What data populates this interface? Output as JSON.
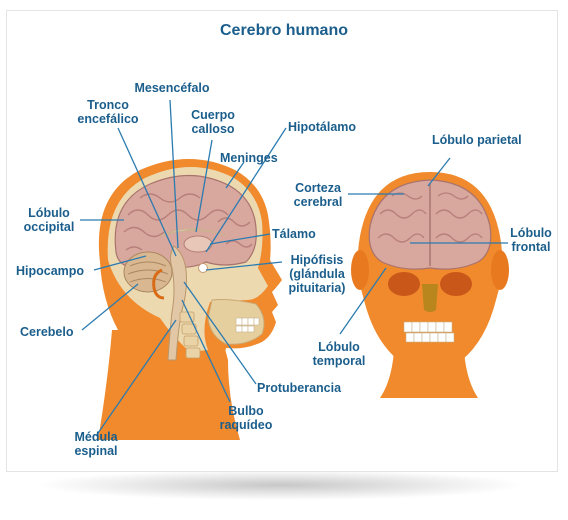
{
  "title": "Cerebro humano",
  "labels": {
    "mesencefalo": "Mesencéfalo",
    "tronco_1": "Tronco",
    "tronco_2": "encefálico",
    "cuerpo_1": "Cuerpo",
    "cuerpo_2": "calloso",
    "hipotalamo": "Hipotálamo",
    "meninges": "Meninges",
    "lobulo_occipital_1": "Lóbulo",
    "lobulo_occipital_2": "occipital",
    "talamo": "Tálamo",
    "hipocampo": "Hipocampo",
    "hipofisis_1": "Hipófisis",
    "hipofisis_2": "(glándula",
    "hipofisis_3": "pituitaria)",
    "cerebelo": "Cerebelo",
    "protuberancia": "Protuberancia",
    "bulbo_1": "Bulbo",
    "bulbo_2": "raquídeo",
    "medula_1": "Médula",
    "medula_2": "espinal",
    "lobulo_parietal": "Lóbulo parietal",
    "corteza_1": "Corteza",
    "corteza_2": "cerebral",
    "lobulo_frontal_1": "Lóbulo",
    "lobulo_frontal_2": "frontal",
    "lobulo_temporal_1": "Lóbulo",
    "lobulo_temporal_2": "temporal"
  },
  "colors": {
    "label_text": "#1b5e8c",
    "leader_line": "#2b7bb0",
    "skin": "#f08a2c",
    "skin_shade": "#d96a16",
    "brain": "#d8a79e",
    "brain_fold": "#b77f7a",
    "bone": "#ecd9b0"
  }
}
